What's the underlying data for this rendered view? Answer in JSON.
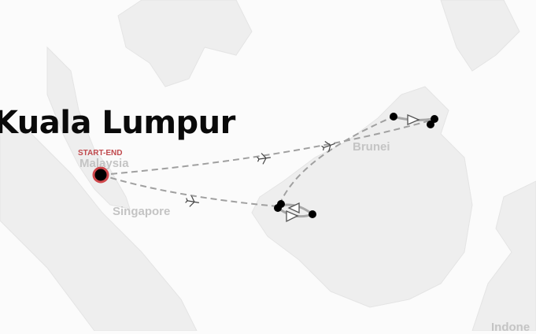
{
  "title": "Kuala Lumpur",
  "start_label": "START-END",
  "place_labels": {
    "malaysia": "Malaysia",
    "singapore": "Singapore",
    "brunei": "Brunei",
    "indonesia": "Indone"
  },
  "colors": {
    "land": "#eeeeee",
    "sea": "#fbfbfb",
    "route": "#9a9a9a",
    "start_marker": "#d0484c",
    "stop": "#000000"
  },
  "icons": [
    "plane-icon",
    "arrow-head-icon",
    "stop-marker",
    "start-marker"
  ]
}
